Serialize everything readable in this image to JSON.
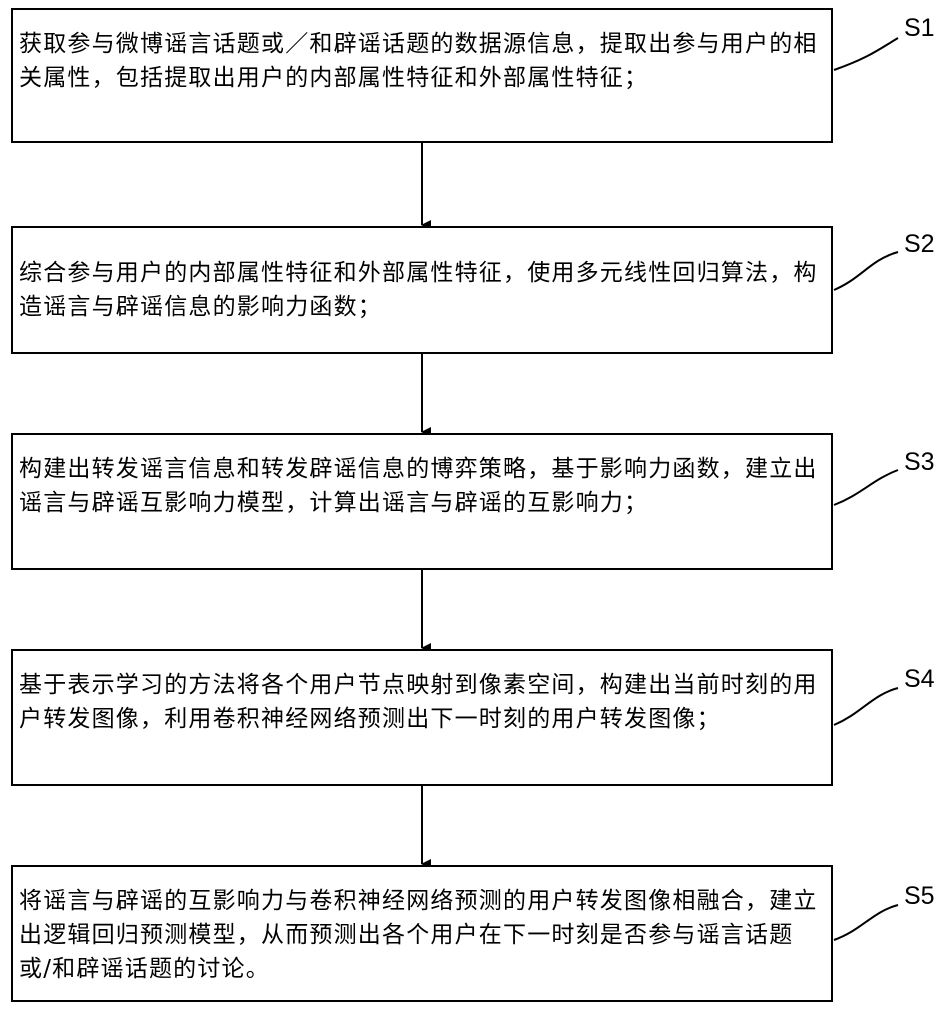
{
  "steps": [
    {
      "id": "S1",
      "label": "S1",
      "text": "获取参与微博谣言话题或／和辟谣话题的数据源信息，提取出参与用户的相关属性，包括提取出用户的内部属性特征和外部属性特征；"
    },
    {
      "id": "S2",
      "label": "S2",
      "text": "综合参与用户的内部属性特征和外部属性特征，使用多元线性回归算法，构造谣言与辟谣信息的影响力函数；"
    },
    {
      "id": "S3",
      "label": "S3",
      "text": "构建出转发谣言信息和转发辟谣信息的博弈策略，基于影响力函数，建立出谣言与辟谣互影响力模型，计算出谣言与辟谣的互影响力；"
    },
    {
      "id": "S4",
      "label": "S4",
      "text": "基于表示学习的方法将各个用户节点映射到像素空间，构建出当前时刻的用户转发图像，利用卷积神经网络预测出下一时刻的用户转发图像；"
    },
    {
      "id": "S5",
      "label": "S5",
      "text": "将谣言与辟谣的互影响力与卷积神经网络预测的用户转发图像相融合，建立出逻辑回归预测模型，从而预测出各个用户在下一时刻是否参与谣言话题或/和辟谣话题的讨论。"
    }
  ],
  "colors": {
    "line": "#000000",
    "background": "#ffffff"
  }
}
